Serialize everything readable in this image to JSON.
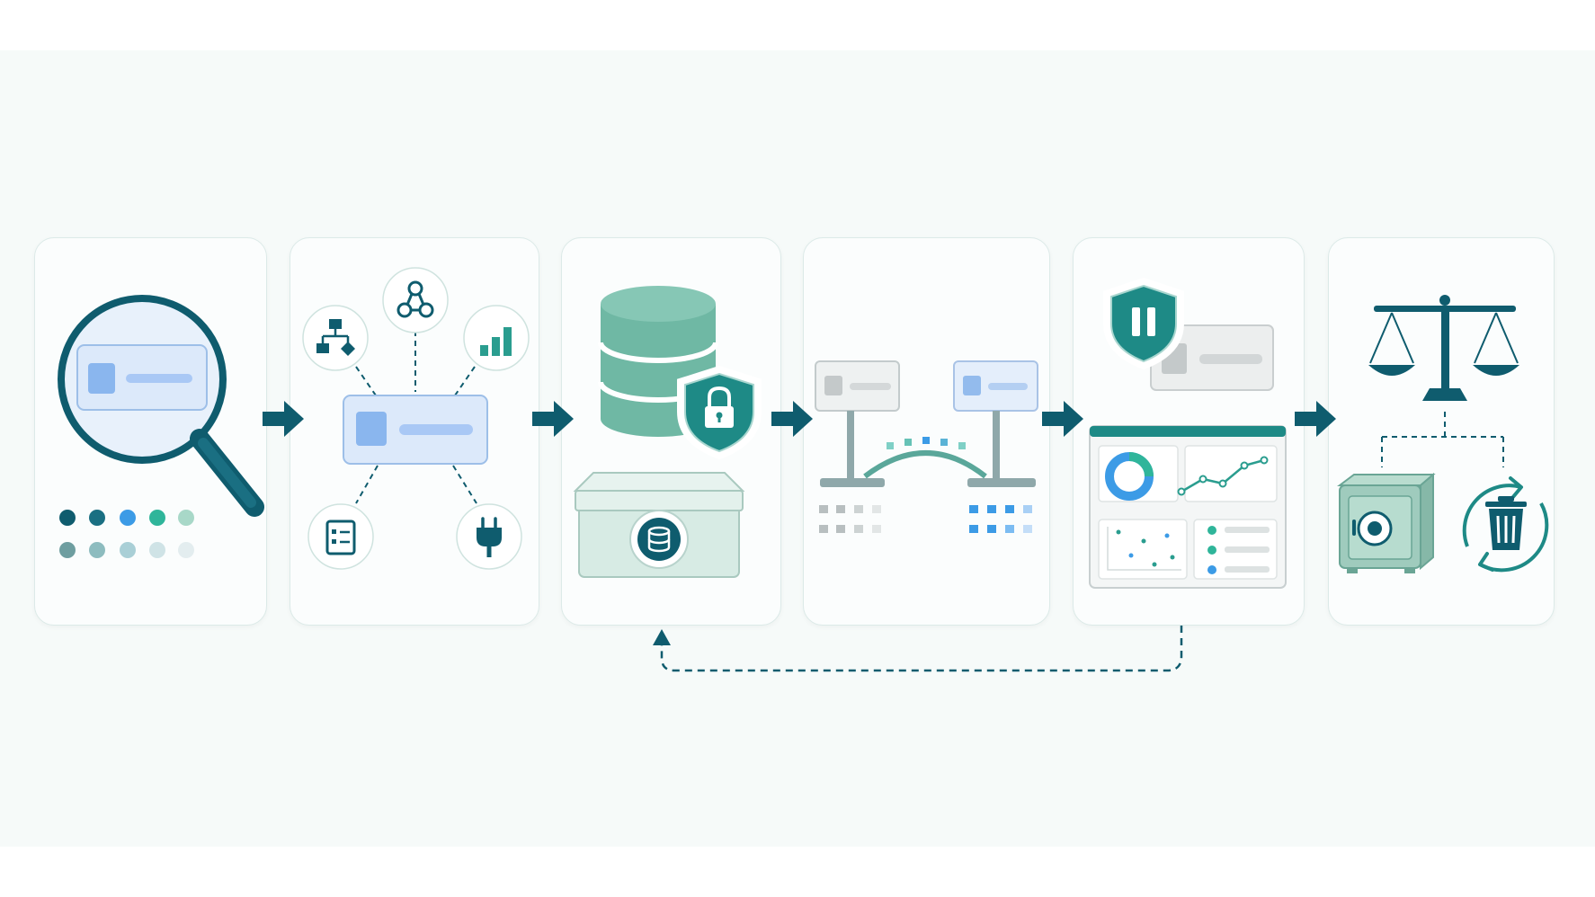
{
  "diagram": {
    "type": "data-lifecycle-flow",
    "stage_count": 6,
    "stages": [
      {
        "id": "discover",
        "icons": [
          "magnifier-icon",
          "record-card-icon",
          "dot-palette-icon"
        ]
      },
      {
        "id": "classify",
        "icons": [
          "hierarchy-icon",
          "network-icon",
          "bar-chart-icon",
          "checklist-icon",
          "plug-icon",
          "record-card-icon"
        ]
      },
      {
        "id": "store-protect",
        "icons": [
          "database-icon",
          "lock-shield-icon",
          "storage-box-icon"
        ]
      },
      {
        "id": "share-transfer",
        "icons": [
          "source-panel-icon",
          "destination-panel-icon",
          "bridge-icon",
          "data-grid-icon"
        ]
      },
      {
        "id": "use-monitor",
        "icons": [
          "pause-shield-icon",
          "record-card-icon",
          "dashboard-icon",
          "donut-chart-icon",
          "line-chart-icon",
          "scatter-plot-icon"
        ]
      },
      {
        "id": "retain-dispose",
        "icons": [
          "scales-icon",
          "safe-icon",
          "recycle-trash-icon"
        ]
      }
    ],
    "feedback_loop": {
      "from": "use-monitor",
      "to": "store-protect",
      "style": "dashed"
    }
  },
  "colors": {
    "primary_dark": "#0f5c6e",
    "teal": "#2a9d8f",
    "teal_light": "#84c7b8",
    "blue": "#3c9be6",
    "blue_light": "#a9c8f5",
    "card_border": "#dceae8",
    "gray": "#b8bfc0"
  }
}
